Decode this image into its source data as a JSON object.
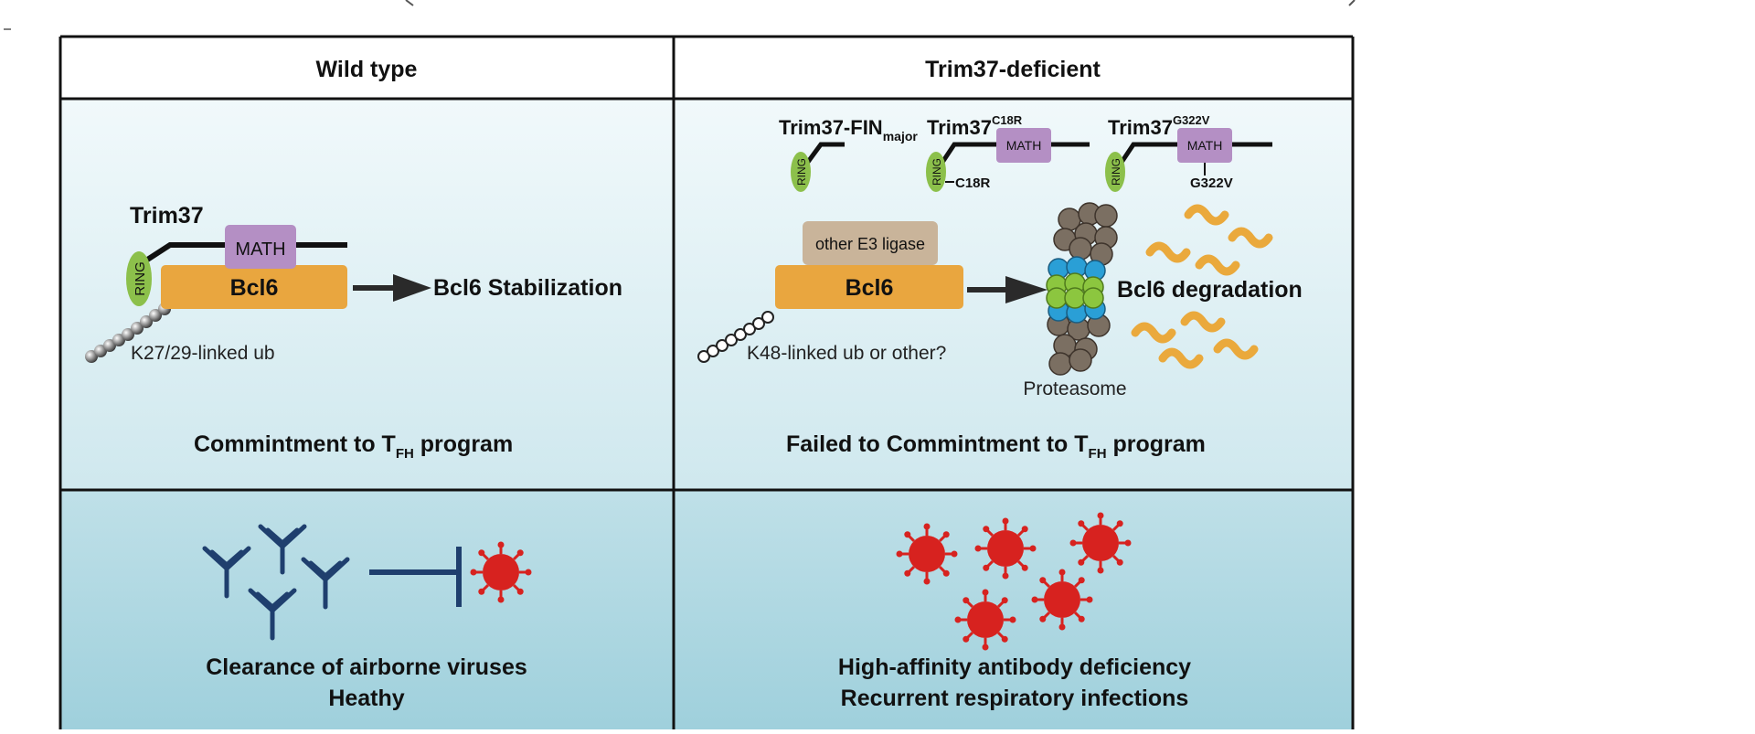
{
  "headers": {
    "left": "Wild type",
    "right": "Trim37-deficient"
  },
  "wt": {
    "trim37": "Trim37",
    "ring": "RING",
    "math": "MATH",
    "bcl6": "Bcl6",
    "ub": "K27/29-linked ub",
    "result": "Bcl6 Stabilization",
    "commit_pre": "Commintment to T",
    "commit_sub": "FH",
    "commit_post": " program"
  },
  "mut": {
    "fin": "Trim37-FIN",
    "fin_sub": "major",
    "c18r_name": "Trim37",
    "c18r_sup": "C18R",
    "c18r_site": "C18R",
    "g322v_name": "Trim37",
    "g322v_sup": "G322V",
    "g322v_site": "G322V",
    "ring": "RING",
    "math": "MATH",
    "e3": "other E3 ligase",
    "bcl6": "Bcl6",
    "ub": "K48-linked ub or other?",
    "proteasome": "Proteasome",
    "result": "Bcl6 degradation",
    "commit_pre": "Failed to Commintment to T",
    "commit_sub": "FH",
    "commit_post": " program"
  },
  "outcome": {
    "left1": "Clearance of airborne viruses",
    "left2": "Heathy",
    "right1": "High-affinity antibody deficiency",
    "right2": "Recurrent respiratory infections"
  },
  "colors": {
    "ring": "#8cc04b",
    "math": "#b48fc4",
    "bcl6": "#e9a63f",
    "e3": "#c9b49a",
    "antibody": "#1f3f6e",
    "virus": "#d7221f",
    "proteasome_grey": "#7b6f62",
    "proteasome_blue": "#2a9fd6",
    "proteasome_green": "#8cc63f",
    "fragment": "#eaa93c"
  }
}
